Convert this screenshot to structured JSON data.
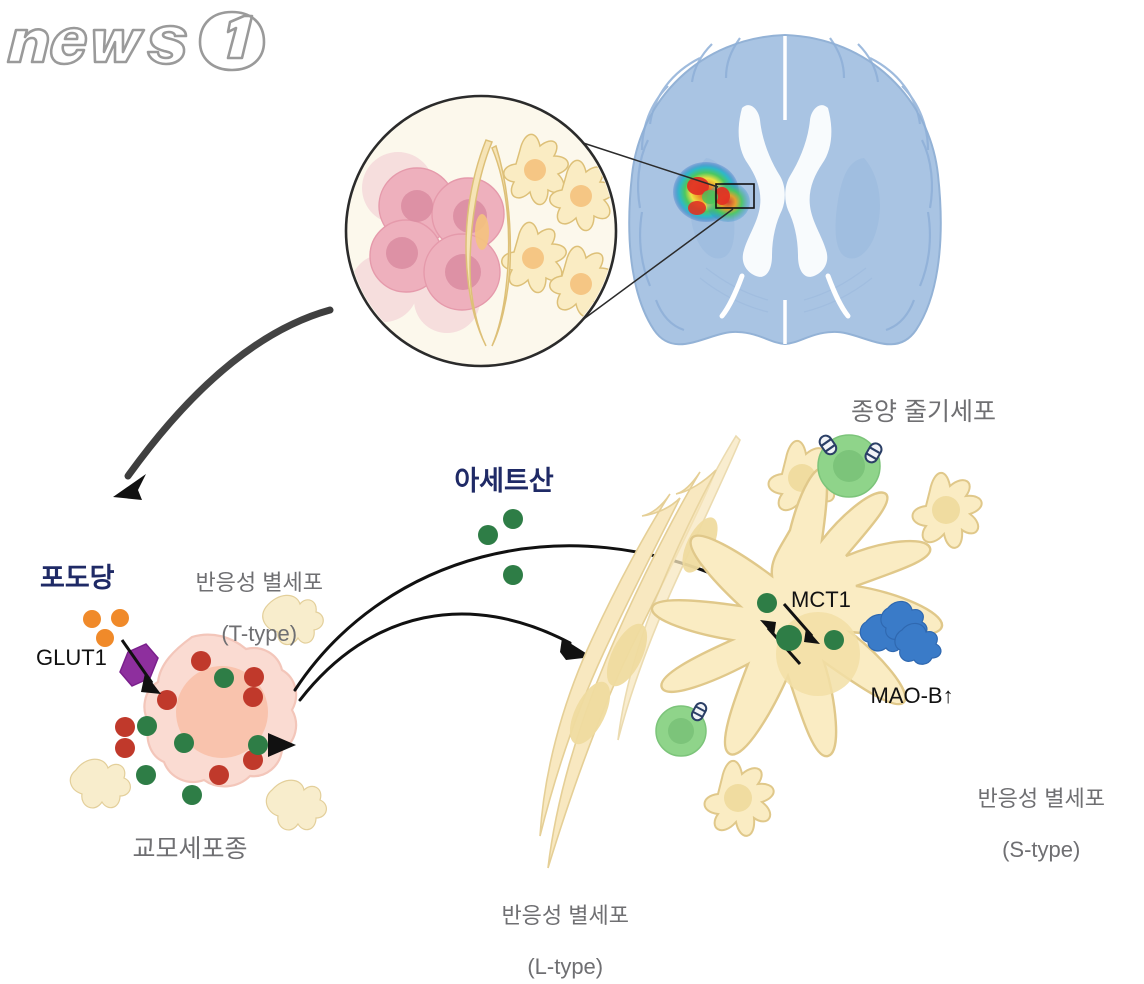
{
  "figure": {
    "title": "Glioblastoma acetate metabolism schematic",
    "labels": {
      "glucose": "포도당",
      "glut1": "GLUT1",
      "glioblastoma": "교모세포종",
      "reactive_astrocyte_t": "반응성 별세포",
      "reactive_astrocyte_t_sub": "(T-type)",
      "acetate": "아세트산",
      "reactive_astrocyte_l": "반응성 별세포",
      "reactive_astrocyte_l_sub": "(L-type)",
      "reactive_astrocyte_s": "반응성 별세포",
      "reactive_astrocyte_s_sub": "(S-type)",
      "tumor_stem_cell": "종양 줄기세포",
      "mct1": "MCT1",
      "maob": "MAO-B",
      "maob_arrow": "↑",
      "watermark": "news1"
    },
    "colors": {
      "navy": "#1f2a66",
      "gray_text": "#6f6f72",
      "black_text": "#111111",
      "glucose_orange": "#f08a2a",
      "glut1_purple": "#8e2f9e",
      "tumor_cell_fill": "#fadbd2",
      "tumor_cell_nucleus": "#f9c3ad",
      "granule_red": "#c0392b",
      "granule_green": "#2e7d46",
      "astrocyte_fill": "#faecc3",
      "astrocyte_stroke": "#e0c88a",
      "astrocyte_nucleus": "#f0dca0",
      "stem_cell_green": "#8fd48a",
      "stem_cell_nucleus": "#7cc47a",
      "stem_cell_flagella": "#2b3f66",
      "maob_blue": "#3a7bc8",
      "brain_blue": "#a9c4e3",
      "brain_blue_dark": "#8fb0d8",
      "inset_bg": "#fcf8ec",
      "inset_tumor_pink": "#eeb8c2",
      "arrow_black": "#1a1a1a"
    },
    "elements": {
      "brain_scan": "axial-brain-slice-with-tumor-heatmap",
      "inset_circle": "magnified-tumor-microenvironment",
      "heatmap_colors": [
        "#1f5fbf",
        "#28b8c8",
        "#46c85a",
        "#f2e23a",
        "#f29a1f",
        "#e03124"
      ]
    }
  }
}
